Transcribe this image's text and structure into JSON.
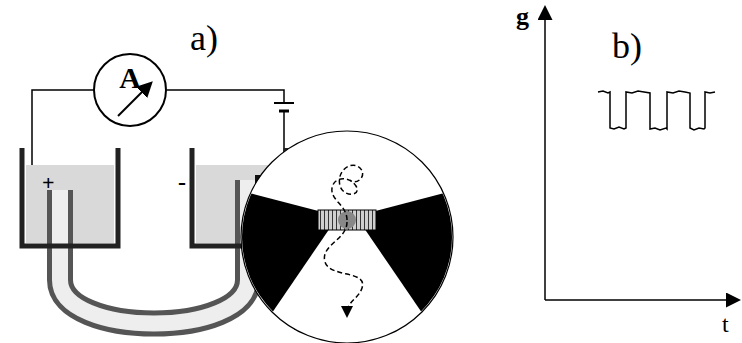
{
  "diagram": {
    "nodes": [
      {
        "text": [
          "A"
        ]
      }
    ],
    "labels": [
      "a)",
      "+",
      "-",
      "b)",
      "g",
      "t"
    ]
  }
}
